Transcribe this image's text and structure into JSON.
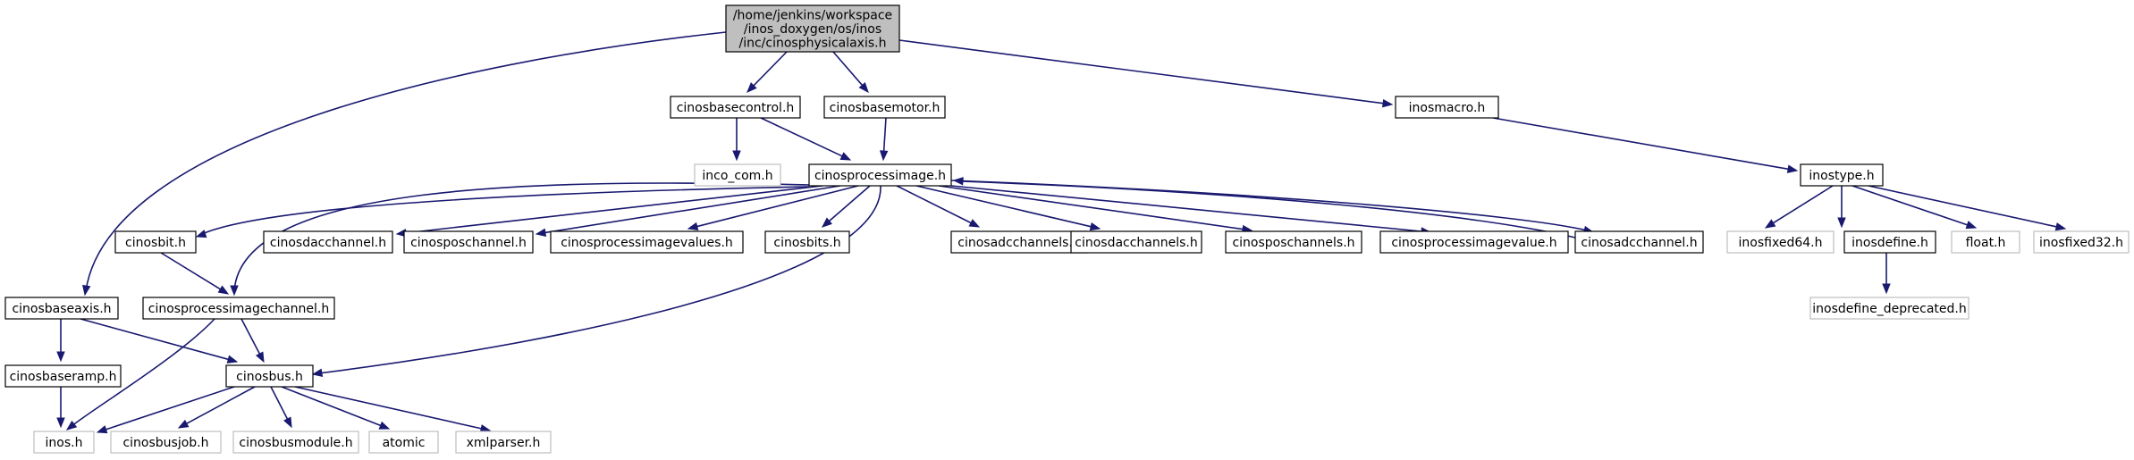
{
  "colors": {
    "edge": "#191970",
    "node_border": "#000000",
    "external_border": "#bfbfbf",
    "root_fill": "#bfbfbf",
    "node_fill": "#ffffff",
    "text": "#000000"
  },
  "nodes": {
    "root": {
      "lines": [
        "/home/jenkins/workspace",
        "/inos_doxygen/os/inos",
        "/inc/cinosphysicalaxis.h"
      ],
      "style": "root"
    },
    "cinosbasecontrol": {
      "lines": [
        "cinosbasecontrol.h"
      ],
      "style": "normal"
    },
    "cinosbasemotor": {
      "lines": [
        "cinosbasemotor.h"
      ],
      "style": "normal"
    },
    "inosmacro": {
      "lines": [
        "inosmacro.h"
      ],
      "style": "normal"
    },
    "inco_com": {
      "lines": [
        "inco_com.h"
      ],
      "style": "external"
    },
    "cinosprocessimage": {
      "lines": [
        "cinosprocessimage.h"
      ],
      "style": "normal"
    },
    "inostype": {
      "lines": [
        "inostype.h"
      ],
      "style": "normal"
    },
    "cinosbit": {
      "lines": [
        "cinosbit.h"
      ],
      "style": "normal"
    },
    "cinosdacchannel": {
      "lines": [
        "cinosdacchannel.h"
      ],
      "style": "normal"
    },
    "cinosposchannel": {
      "lines": [
        "cinosposchannel.h"
      ],
      "style": "normal"
    },
    "cinosprocessimagevalues": {
      "lines": [
        "cinosprocessimagevalues.h"
      ],
      "style": "normal"
    },
    "cinosbits": {
      "lines": [
        "cinosbits.h"
      ],
      "style": "normal"
    },
    "cinosadcchannels": {
      "lines": [
        "cinosadcchannels.h"
      ],
      "style": "normal"
    },
    "cinosdacchannels": {
      "lines": [
        "cinosdacchannels.h"
      ],
      "style": "normal"
    },
    "cinosposchannels": {
      "lines": [
        "cinosposchannels.h"
      ],
      "style": "normal"
    },
    "cinosprocessimagevalue": {
      "lines": [
        "cinosprocessimagevalue.h"
      ],
      "style": "normal"
    },
    "cinosadcchannel": {
      "lines": [
        "cinosadcchannel.h"
      ],
      "style": "normal"
    },
    "inosfixed64": {
      "lines": [
        "inosfixed64.h"
      ],
      "style": "external"
    },
    "inosdefine": {
      "lines": [
        "inosdefine.h"
      ],
      "style": "normal"
    },
    "floath": {
      "lines": [
        "float.h"
      ],
      "style": "external"
    },
    "inosfixed32": {
      "lines": [
        "inosfixed32.h"
      ],
      "style": "external"
    },
    "cinosbaseaxis": {
      "lines": [
        "cinosbaseaxis.h"
      ],
      "style": "normal"
    },
    "cinosprocessimagechannel": {
      "lines": [
        "cinosprocessimagechannel.h"
      ],
      "style": "normal"
    },
    "inosdefine_deprecated": {
      "lines": [
        "inosdefine_deprecated.h"
      ],
      "style": "external"
    },
    "cinosbaseramp": {
      "lines": [
        "cinosbaseramp.h"
      ],
      "style": "normal"
    },
    "cinosbus": {
      "lines": [
        "cinosbus.h"
      ],
      "style": "normal"
    },
    "inos": {
      "lines": [
        "inos.h"
      ],
      "style": "external"
    },
    "cinosbusjob": {
      "lines": [
        "cinosbusjob.h"
      ],
      "style": "external"
    },
    "cinosbusmodule": {
      "lines": [
        "cinosbusmodule.h"
      ],
      "style": "external"
    },
    "atomic": {
      "lines": [
        "atomic"
      ],
      "style": "external"
    },
    "xmlparser": {
      "lines": [
        "xmlparser.h"
      ],
      "style": "external"
    }
  },
  "edges": [
    [
      "root",
      "cinosbasecontrol"
    ],
    [
      "root",
      "cinosbasemotor"
    ],
    [
      "root",
      "inosmacro"
    ],
    [
      "root",
      "cinosbaseaxis"
    ],
    [
      "cinosbasecontrol",
      "inco_com"
    ],
    [
      "cinosbasecontrol",
      "cinosprocessimage"
    ],
    [
      "cinosbasemotor",
      "cinosprocessimage"
    ],
    [
      "inosmacro",
      "inostype"
    ],
    [
      "cinosprocessimage",
      "cinosbit"
    ],
    [
      "cinosprocessimage",
      "cinosdacchannel"
    ],
    [
      "cinosprocessimage",
      "cinosposchannel"
    ],
    [
      "cinosprocessimage",
      "cinosprocessimagevalues"
    ],
    [
      "cinosprocessimage",
      "cinosbits"
    ],
    [
      "cinosprocessimage",
      "cinosadcchannels"
    ],
    [
      "cinosprocessimage",
      "cinosdacchannels"
    ],
    [
      "cinosprocessimage",
      "cinosposchannels"
    ],
    [
      "cinosprocessimage",
      "cinosprocessimagevalue"
    ],
    [
      "cinosprocessimage",
      "cinosadcchannel"
    ],
    [
      "cinosadcchannel",
      "cinosprocessimage"
    ],
    [
      "cinosprocessimage",
      "cinosprocessimagechannel"
    ],
    [
      "cinosprocessimage",
      "cinosbus"
    ],
    [
      "cinosbit",
      "cinosprocessimagechannel"
    ],
    [
      "cinosprocessimagechannel",
      "cinosbus"
    ],
    [
      "cinosprocessimagechannel",
      "inos"
    ],
    [
      "cinosbaseaxis",
      "cinosbaseramp"
    ],
    [
      "cinosbaseaxis",
      "cinosbus"
    ],
    [
      "cinosbaseramp",
      "inos"
    ],
    [
      "cinosbus",
      "inos"
    ],
    [
      "cinosbus",
      "cinosbusjob"
    ],
    [
      "cinosbus",
      "cinosbusmodule"
    ],
    [
      "cinosbus",
      "atomic"
    ],
    [
      "cinosbus",
      "xmlparser"
    ],
    [
      "inostype",
      "inosfixed64"
    ],
    [
      "inostype",
      "inosdefine"
    ],
    [
      "inostype",
      "floath"
    ],
    [
      "inostype",
      "inosfixed32"
    ],
    [
      "inosdefine",
      "inosdefine_deprecated"
    ]
  ]
}
